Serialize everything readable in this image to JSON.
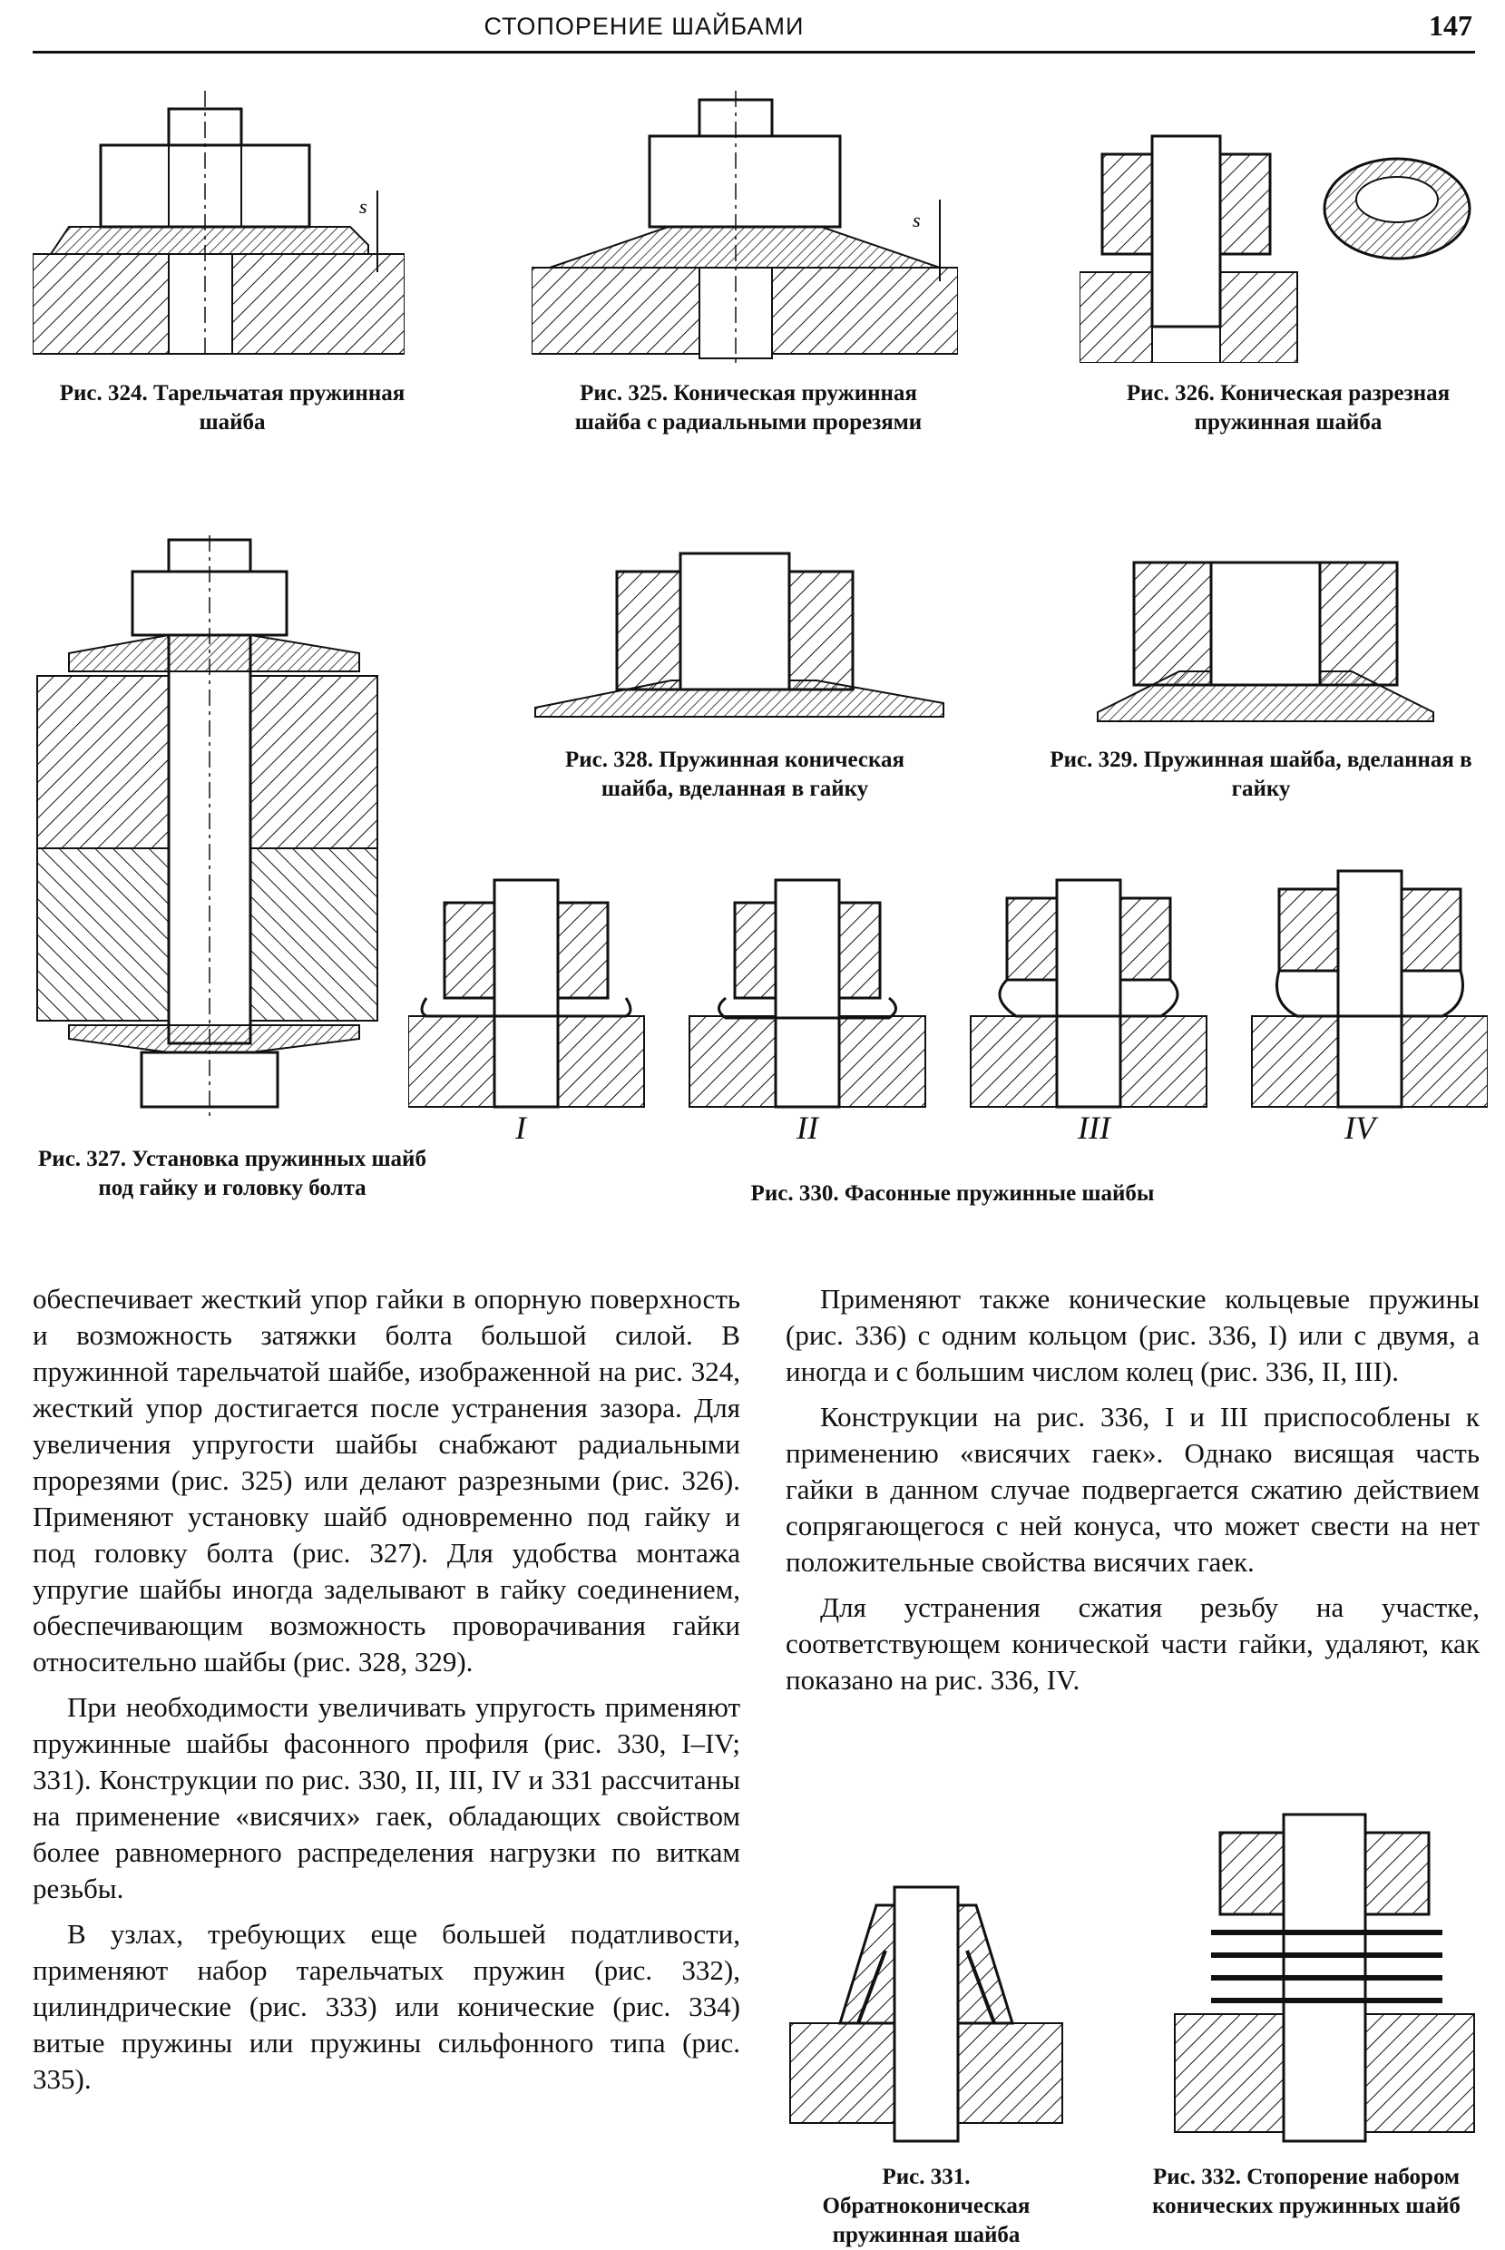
{
  "header": {
    "title": "СТОПОРЕНИЕ ШАЙБАМИ",
    "page_number": "147"
  },
  "captions": {
    "fig324": "Рис. 324. Тарельчатая пружинная шайба",
    "fig325": "Рис. 325. Коническая пружинная шайба с радиальными прорезями",
    "fig326": "Рис. 326. Коническая разрезная пружинная шайба",
    "fig327": "Рис. 327. Установка пружинных шайб под гайку и головку болта",
    "fig328": "Рис. 328. Пружинная коническая шайба, вделанная в гайку",
    "fig329": "Рис. 329. Пружинная шайба, вделанная в гайку",
    "fig330": "Рис. 330. Фасонные пружинные шайбы",
    "fig331": "Рис. 331. Обратноконическая пружинная шайба",
    "fig332": "Рис. 332. Стопорение набором конических пружинных шайб"
  },
  "dimension_label": "s",
  "fig330_labels": [
    "I",
    "II",
    "III",
    "IV"
  ],
  "left_column": [
    "обеспечивает жесткий упор гайки в опорную поверхность и возможность затяжки болта большой силой. В пружинной тарельчатой шайбе, изображенной на рис. 324, жесткий упор достигается после устранения зазора. Для увеличения упругости шайбы снабжают радиальными прорезями (рис. 325) или делают разрезными (рис. 326). Применяют установку шайб одновременно под гайку и под головку болта (рис. 327). Для удобства монтажа упругие шайбы иногда заделывают в гайку соединением, обеспечивающим возможность проворачивания гайки относительно шайбы (рис. 328, 329).",
    "При необходимости увеличивать упругость применяют пружинные шайбы фасонного профиля (рис. 330, I–IV; 331). Конструкции по рис. 330, II, III, IV и 331 рассчитаны на применение «висячих» гаек, обладающих свойством более равномерного распределения нагрузки по виткам резьбы.",
    "В узлах, требующих еще большей податливости, применяют набор тарельчатых пружин (рис. 332), цилиндрические (рис. 333) или конические (рис. 334) витые пружины или пружины сильфонного типа (рис. 335)."
  ],
  "right_column": [
    "Применяют также конические кольцевые пружины (рис. 336) с одним кольцом (рис. 336, I) или с двумя, а иногда и с большим числом колец (рис. 336, II, III).",
    "Конструкции на рис. 336, I и III приспособлены к применению «висячих гаек». Однако висящая часть гайки в данном случае подвергается сжатию действием сопрягающегося с ней конуса, что может свести на нет положительные свойства висячих гаек.",
    "Для устранения сжатия резьбу на участке, соответствующем конической части гайки, удаляют, как показано на рис. 336, IV."
  ]
}
